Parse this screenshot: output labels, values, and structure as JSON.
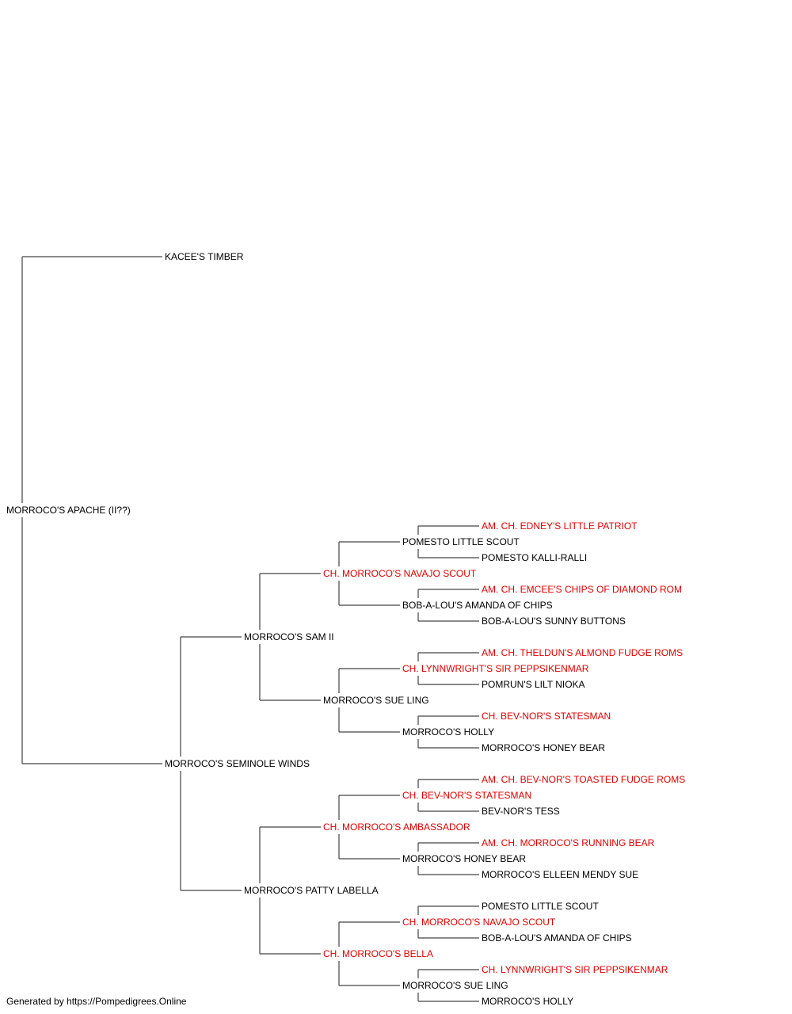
{
  "colors": {
    "champion": "#e00000",
    "normal": "#000000",
    "line": "#444444"
  },
  "pedigree": {
    "name": "MORROCO'S APACHE (II??)",
    "champion": false,
    "sire": {
      "name": "KACEE'S TIMBER",
      "champion": false
    },
    "dam": {
      "name": "MORROCO'S SEMINOLE WINDS",
      "champion": false,
      "sire": {
        "name": "MORROCO'S SAM II",
        "champion": false,
        "sire": {
          "name": "CH. MORROCO'S NAVAJO SCOUT",
          "champion": true,
          "sire": {
            "name": "POMESTO LITTLE SCOUT",
            "champion": false,
            "sire": {
              "name": "AM. CH. EDNEY'S LITTLE PATRIOT",
              "champion": true
            },
            "dam": {
              "name": "POMESTO KALLI-RALLI",
              "champion": false
            }
          },
          "dam": {
            "name": "BOB-A-LOU'S AMANDA OF CHIPS",
            "champion": false,
            "sire": {
              "name": "AM. CH. EMCEE'S CHIPS OF DIAMOND ROM",
              "champion": true
            },
            "dam": {
              "name": "BOB-A-LOU'S SUNNY BUTTONS",
              "champion": false
            }
          }
        },
        "dam": {
          "name": "MORROCO'S SUE LING",
          "champion": false,
          "sire": {
            "name": "CH. LYNNWRIGHT'S SIR PEPPSIKENMAR",
            "champion": true,
            "sire": {
              "name": "AM. CH. THELDUN'S ALMOND FUDGE ROMS",
              "champion": true
            },
            "dam": {
              "name": "POMRUN'S LILT NIOKA",
              "champion": false
            }
          },
          "dam": {
            "name": "MORROCO'S HOLLY",
            "champion": false,
            "sire": {
              "name": "CH. BEV-NOR'S STATESMAN",
              "champion": true
            },
            "dam": {
              "name": "MORROCO'S HONEY BEAR",
              "champion": false
            }
          }
        }
      },
      "dam": {
        "name": "MORROCO'S PATTY LABELLA",
        "champion": false,
        "sire": {
          "name": "CH. MORROCO'S AMBASSADOR",
          "champion": true,
          "sire": {
            "name": "CH. BEV-NOR'S STATESMAN",
            "champion": true,
            "sire": {
              "name": "AM. CH. BEV-NOR'S TOASTED FUDGE ROMS",
              "champion": true
            },
            "dam": {
              "name": "BEV-NOR'S TESS",
              "champion": false
            }
          },
          "dam": {
            "name": "MORROCO'S HONEY BEAR",
            "champion": false,
            "sire": {
              "name": "AM. CH. MORROCO'S RUNNING BEAR",
              "champion": true
            },
            "dam": {
              "name": "MORROCO'S ELLEEN MENDY SUE",
              "champion": false
            }
          }
        },
        "dam": {
          "name": "CH. MORROCO'S BELLA",
          "champion": true,
          "sire": {
            "name": "CH. MORROCO'S NAVAJO SCOUT",
            "champion": true,
            "sire": {
              "name": "POMESTO LITTLE SCOUT",
              "champion": false
            },
            "dam": {
              "name": "BOB-A-LOU'S AMANDA OF CHIPS",
              "champion": false
            }
          },
          "dam": {
            "name": "MORROCO'S SUE LING",
            "champion": false,
            "sire": {
              "name": "CH. LYNNWRIGHT'S SIR PEPPSIKENMAR",
              "champion": true
            },
            "dam": {
              "name": "MORROCO'S HOLLY",
              "champion": false
            }
          }
        }
      }
    }
  },
  "footer": {
    "text": "Generated by https://Pompedigrees.Online"
  }
}
